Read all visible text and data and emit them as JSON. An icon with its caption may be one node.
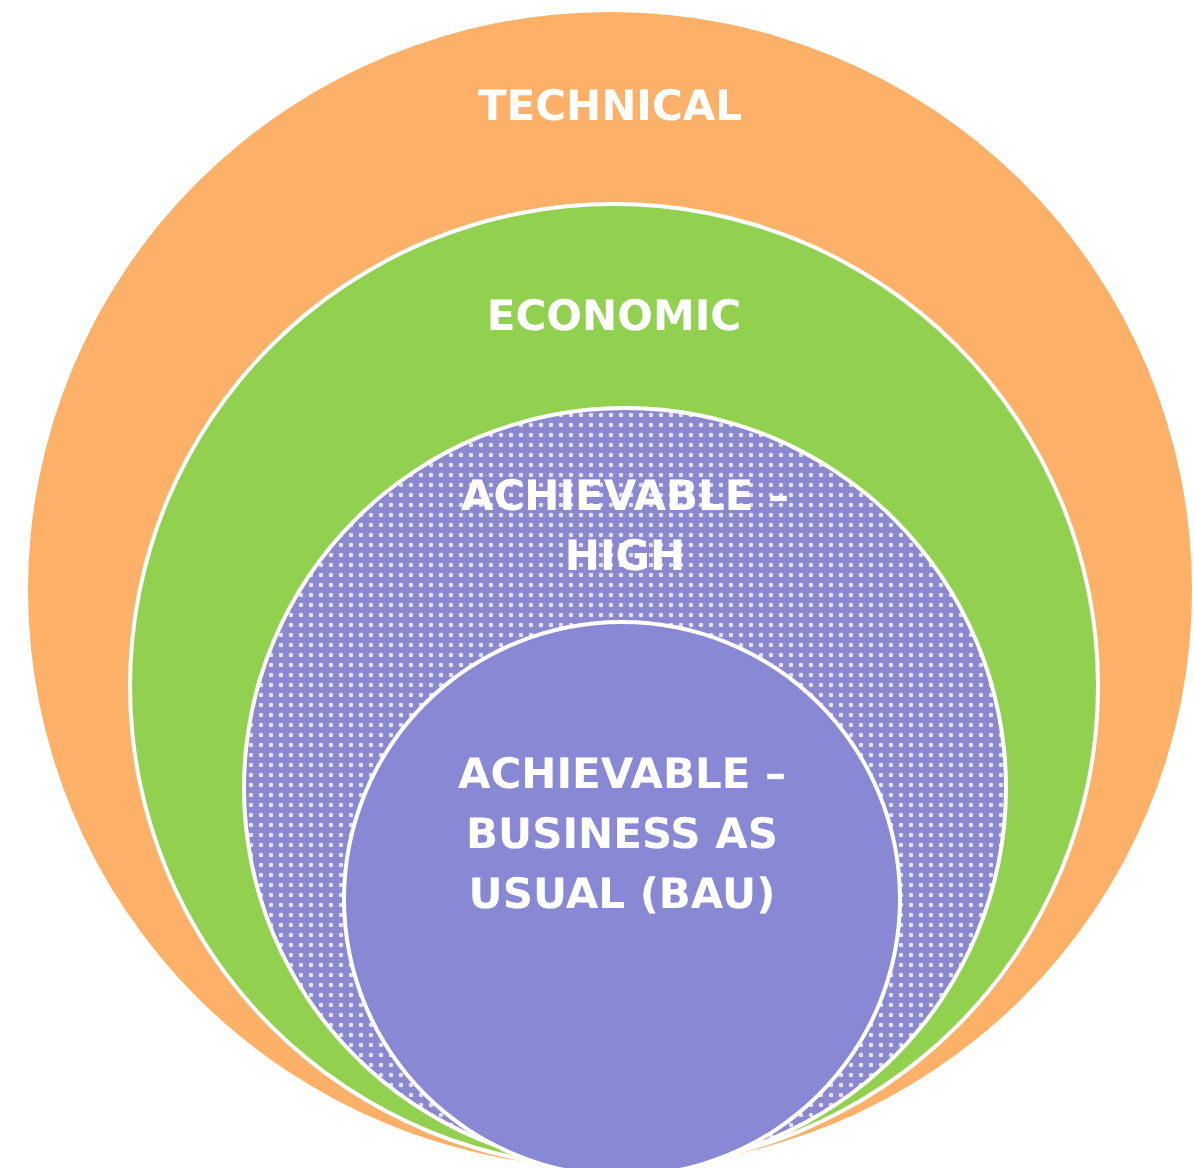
{
  "diagram": {
    "nodes": [
      {
        "text": [
          "TECHNICAL"
        ]
      },
      {
        "text": [
          "ECONOMIC"
        ],
        "in": 0
      },
      {
        "text": [
          "ACHIEVABLE – HIGH"
        ],
        "in": 1
      },
      {
        "text": [
          "ACHIEVABLE – BUSINESS AS USUAL (BAU)"
        ],
        "in": 2
      }
    ]
  }
}
